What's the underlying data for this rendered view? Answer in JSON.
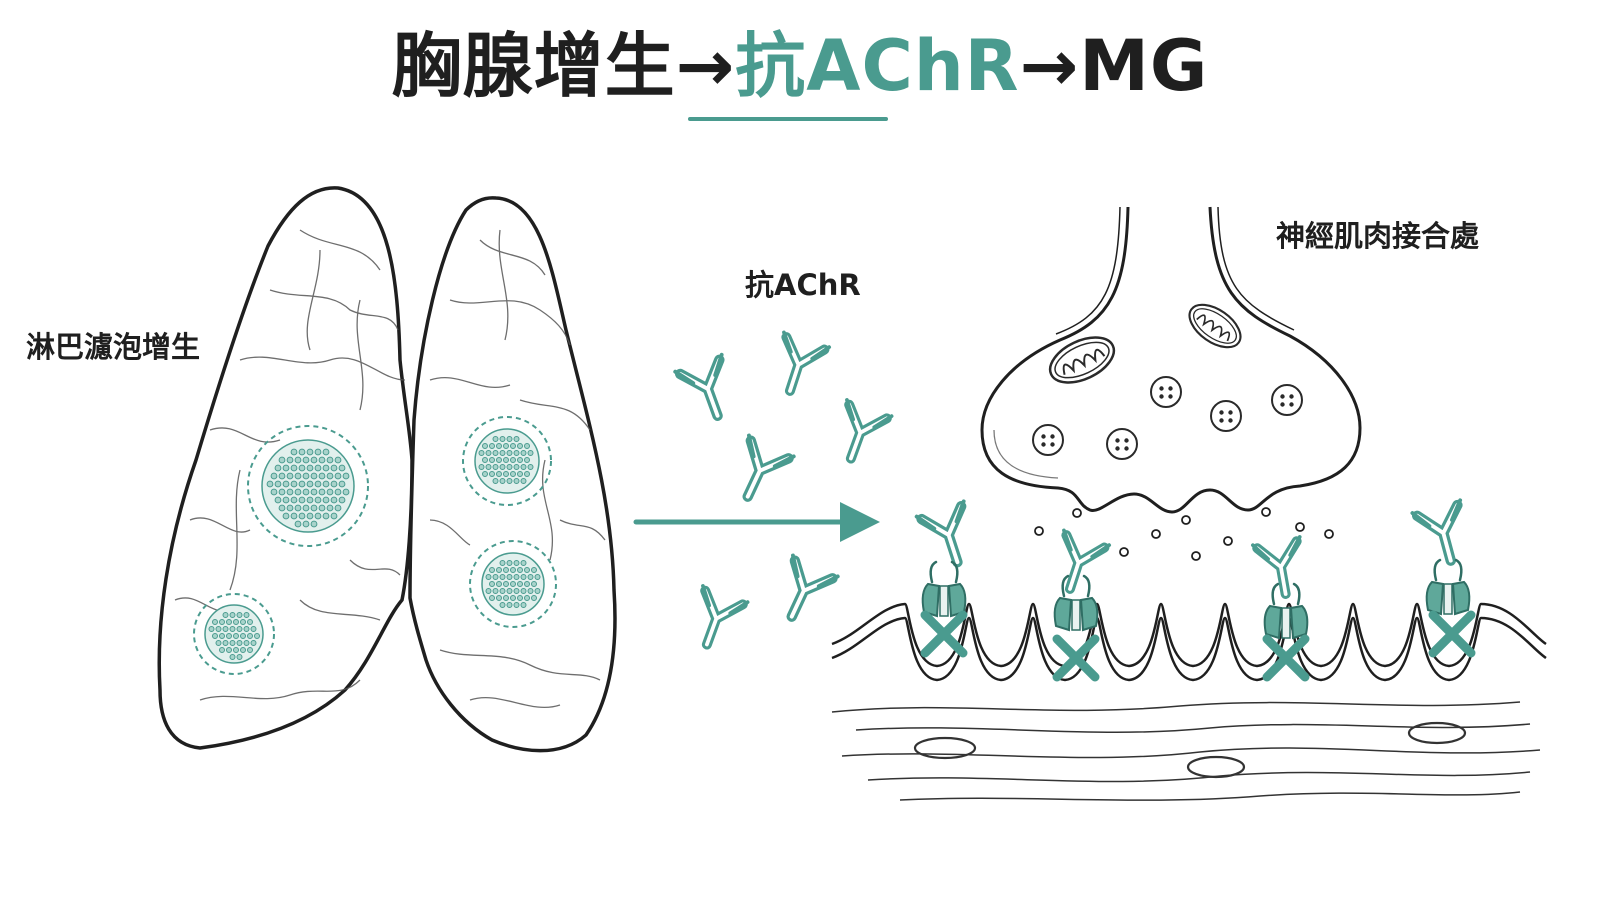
{
  "title": {
    "part1": "胸腺增生",
    "arrow1": "→",
    "part2": "抗AChR",
    "arrow2": "→",
    "part3": "MG"
  },
  "labels": {
    "lymph": "淋巴濾泡增生",
    "antibody": "抗AChR",
    "nmj": "神經肌肉接合處"
  },
  "colors": {
    "accent": "#4a9b8f",
    "ink": "#1f1f1f",
    "line": "#2a2a2a"
  }
}
